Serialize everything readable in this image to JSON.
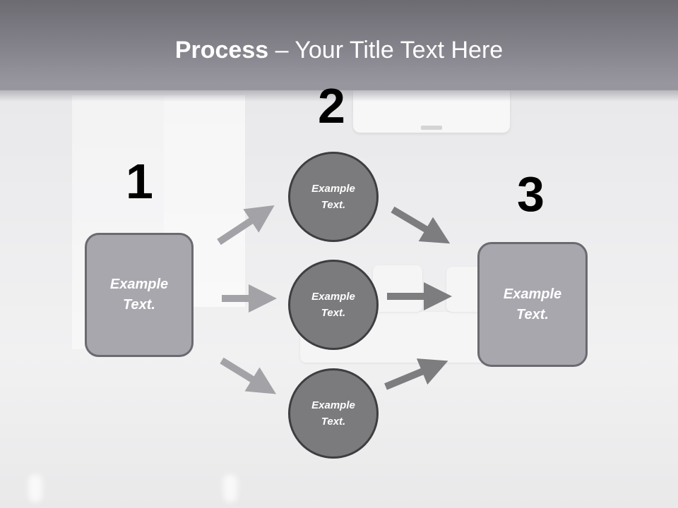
{
  "title": {
    "bold": "Process",
    "rest": " – Your Title Text Here"
  },
  "steps": [
    {
      "number": "1",
      "label": "Example Text."
    },
    {
      "number": "2",
      "items": [
        "Example Text.",
        "Example Text.",
        "Example Text."
      ]
    },
    {
      "number": "3",
      "label": "Example Text."
    }
  ],
  "colors": {
    "header": "#85848c",
    "box_fill": "#a8a7ae",
    "circle_fill": "#7b7b7e",
    "arrow_light": "#a3a3a7",
    "arrow_dark": "#7d7d80"
  }
}
